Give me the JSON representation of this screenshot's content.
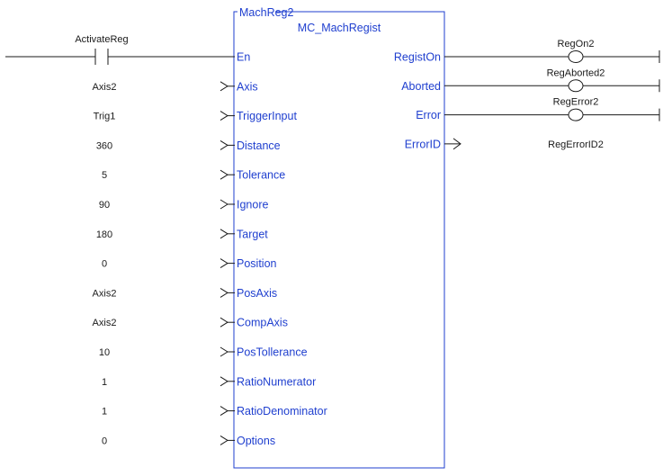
{
  "block": {
    "instance": "MachReg2",
    "type": "MC_MachRegist"
  },
  "contact": {
    "label": "ActivateReg"
  },
  "inputs": [
    {
      "pin": "En",
      "value": ""
    },
    {
      "pin": "Axis",
      "value": "Axis2"
    },
    {
      "pin": "TriggerInput",
      "value": "Trig1"
    },
    {
      "pin": "Distance",
      "value": "360"
    },
    {
      "pin": "Tolerance",
      "value": "5"
    },
    {
      "pin": "Ignore",
      "value": "90"
    },
    {
      "pin": "Target",
      "value": "180"
    },
    {
      "pin": "Position",
      "value": "0"
    },
    {
      "pin": "PosAxis",
      "value": "Axis2"
    },
    {
      "pin": "CompAxis",
      "value": "Axis2"
    },
    {
      "pin": "PosTollerance",
      "value": "10"
    },
    {
      "pin": "RatioNumerator",
      "value": "1"
    },
    {
      "pin": "RatioDenominator",
      "value": "1"
    },
    {
      "pin": "Options",
      "value": "0"
    }
  ],
  "outputs": [
    {
      "pin": "RegistOn",
      "target": "RegOn2",
      "kind": "coil"
    },
    {
      "pin": "Aborted",
      "target": "RegAborted2",
      "kind": "coil"
    },
    {
      "pin": "Error",
      "target": "RegError2",
      "kind": "coil"
    },
    {
      "pin": "ErrorID",
      "target": "RegErrorID2",
      "kind": "variable"
    }
  ],
  "colors": {
    "pin_text": "#1f3fcf",
    "wire": "#1a1a1a",
    "background": "#ffffff"
  }
}
